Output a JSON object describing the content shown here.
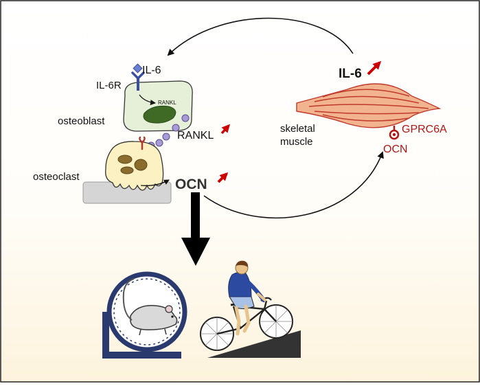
{
  "labels": {
    "il6_top": "IL-6",
    "il6r": "IL-6R",
    "rankl_inner": "RANKL",
    "osteoblast": "osteoblast",
    "rankl": "RANKL",
    "osteoclast": "osteoclast",
    "ocn_main": "OCN",
    "il6_muscle": "IL-6",
    "skeletal": "skeletal",
    "muscle": "muscle",
    "gprc6a": "GPRC6A",
    "ocn_receptor": "OCN"
  },
  "colors": {
    "up_arrow": "#cc0000",
    "receptor_text": "#b01515",
    "il6_receptor": "#3a4fa0",
    "osteoblast_fill": "#e6f0d8",
    "osteoblast_nucleus": "#3e6a26",
    "osteoclast_fill": "#fbf1c2",
    "osteoclast_nucleus": "#8a6c2c",
    "bone": "#d5d5d5",
    "muscle_fill": "#f2b48e",
    "muscle_line": "#c0392b",
    "rankl_dot": "#a89bd6",
    "background_gradient_bottom": "#fdf3dd"
  },
  "icons": [
    "upregulation-arrow",
    "mouse-in-running-wheel",
    "person-cycling-uphill"
  ]
}
